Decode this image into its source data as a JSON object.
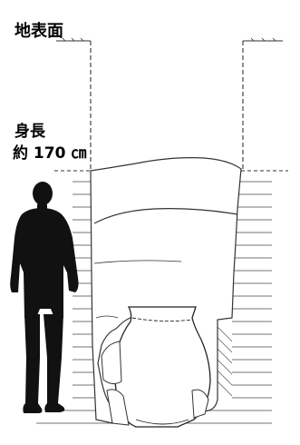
{
  "labels": {
    "ground_surface": "地表面",
    "height_line1": "身長",
    "height_line2": "約 170 ㎝"
  },
  "colors": {
    "background": "#ffffff",
    "line": "#333333",
    "silhouette": "#111111"
  }
}
